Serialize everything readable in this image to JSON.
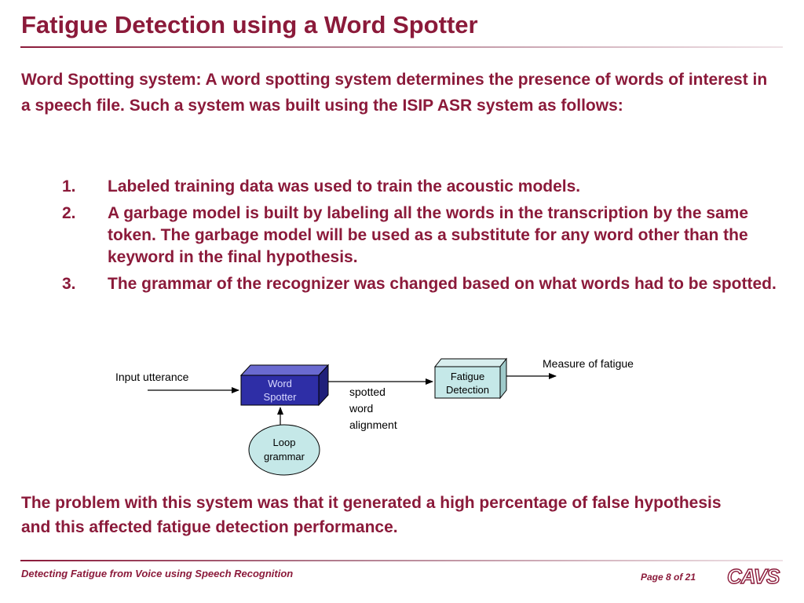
{
  "slide": {
    "title": "Fatigue Detection using a Word Spotter",
    "intro": "Word Spotting system: A word spotting system determines the presence of words of interest in a speech file. Such a system was built using the ISIP ASR system as follows:",
    "steps": [
      {
        "number": "1.",
        "text": "Labeled training data was used to train the acoustic models."
      },
      {
        "number": "2.",
        "text": "A garbage model is built by labeling all the words in the transcription by the same token. The garbage model will be used as a substitute for any word other than the keyword in the final hypothesis."
      },
      {
        "number": "3.",
        "text": "The grammar of the recognizer was changed based on what words had to be spotted."
      }
    ],
    "conclusion": "The problem with this system was that it generated a high percentage of false hypothesis and this affected fatigue detection performance."
  },
  "diagram": {
    "input_label": "Input utterance",
    "word_spotter_line1": "Word",
    "word_spotter_line2": "Spotter",
    "spotted_line1": "spotted",
    "spotted_line2": "word",
    "spotted_line3": "alignment",
    "fatigue_line1": "Fatigue",
    "fatigue_line2": "Detection",
    "measure_label": "Measure of fatigue",
    "loop_line1": "Loop",
    "loop_line2": "grammar"
  },
  "footer": {
    "title": "Detecting Fatigue from Voice using Speech Recognition",
    "page": "Page 8 of 21",
    "logo": "CAVS"
  },
  "colors": {
    "accent": "#8b1a3a",
    "word_spotter_fill": "#2e2ea6",
    "box_fill": "#c5e8e8"
  }
}
